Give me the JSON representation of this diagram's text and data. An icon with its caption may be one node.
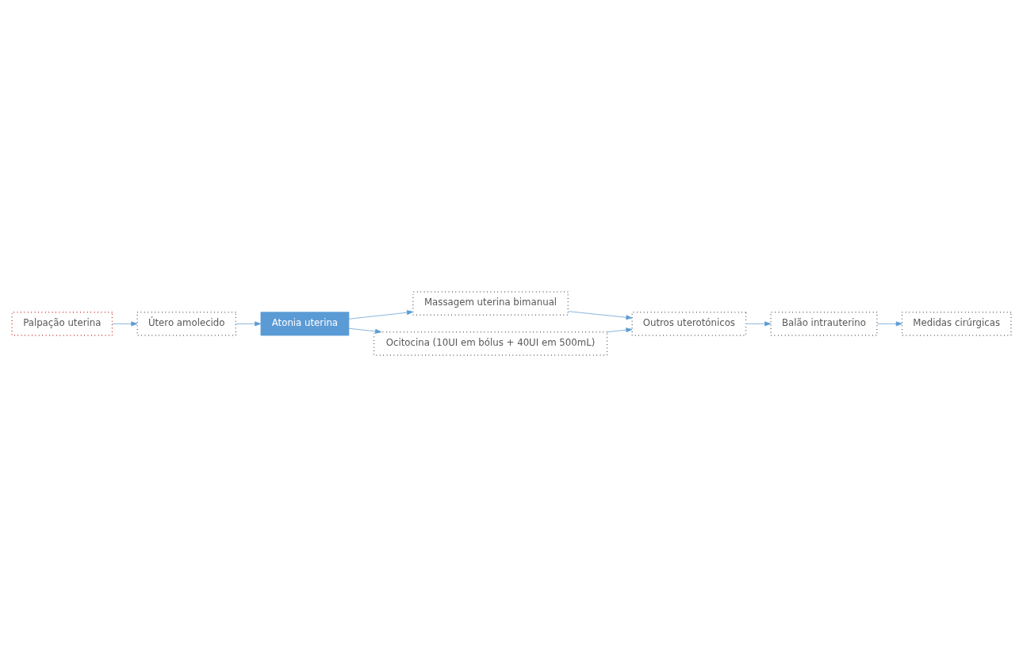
{
  "diagram": {
    "nodes": [
      {
        "text": [
          "Palpação uterina"
        ]
      },
      {
        "text": [
          "Útero amolecido"
        ]
      },
      {
        "text": [
          "Atonia uterina"
        ]
      },
      {
        "text": [
          "Massagem uterina bimanual"
        ]
      },
      {
        "text": [
          "Ocitocina (10UI em bólus + 40UI em 500mL)"
        ]
      },
      {
        "text": [
          "Outros uterotónicos"
        ]
      },
      {
        "text": [
          "Balão intrauterino"
        ]
      },
      {
        "text": [
          "Medidas cirúrgicas"
        ]
      }
    ],
    "edges": [
      {
        "from": 0,
        "to": 1,
        "arrow": "to"
      },
      {
        "from": 1,
        "to": 2,
        "arrow": "to"
      },
      {
        "from": 2,
        "to": 3,
        "arrow": "to"
      },
      {
        "from": 2,
        "to": 4,
        "arrow": "to"
      },
      {
        "from": 3,
        "to": 5,
        "arrow": "to"
      },
      {
        "from": 4,
        "to": 5,
        "arrow": "to"
      },
      {
        "from": 5,
        "to": 6,
        "arrow": "to"
      },
      {
        "from": 6,
        "to": 7,
        "arrow": "to"
      }
    ]
  }
}
